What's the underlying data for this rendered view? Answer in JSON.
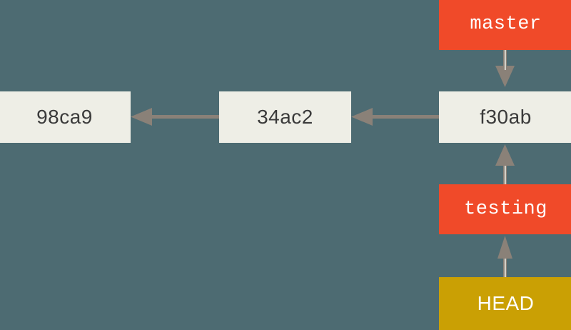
{
  "diagram": {
    "title": "git-branch-pointer-diagram",
    "background_color": "#4d6b72",
    "commit_color": "#eeeee6",
    "branch_color": "#f04a29",
    "head_color": "#caa004",
    "arrow_color": "#8a8178",
    "commits": [
      {
        "id": "commit-98ca9",
        "label": "98ca9"
      },
      {
        "id": "commit-34ac2",
        "label": "34ac2"
      },
      {
        "id": "commit-f30ab",
        "label": "f30ab"
      }
    ],
    "branches": [
      {
        "id": "branch-master",
        "label": "master"
      },
      {
        "id": "branch-testing",
        "label": "testing"
      }
    ],
    "head": {
      "id": "head-pointer",
      "label": "HEAD"
    },
    "arrows": [
      {
        "from": "34ac2",
        "to": "98ca9",
        "direction": "left"
      },
      {
        "from": "f30ab",
        "to": "34ac2",
        "direction": "left"
      },
      {
        "from": "master",
        "to": "f30ab",
        "direction": "down"
      },
      {
        "from": "testing",
        "to": "f30ab",
        "direction": "up"
      },
      {
        "from": "HEAD",
        "to": "testing",
        "direction": "up"
      }
    ]
  }
}
